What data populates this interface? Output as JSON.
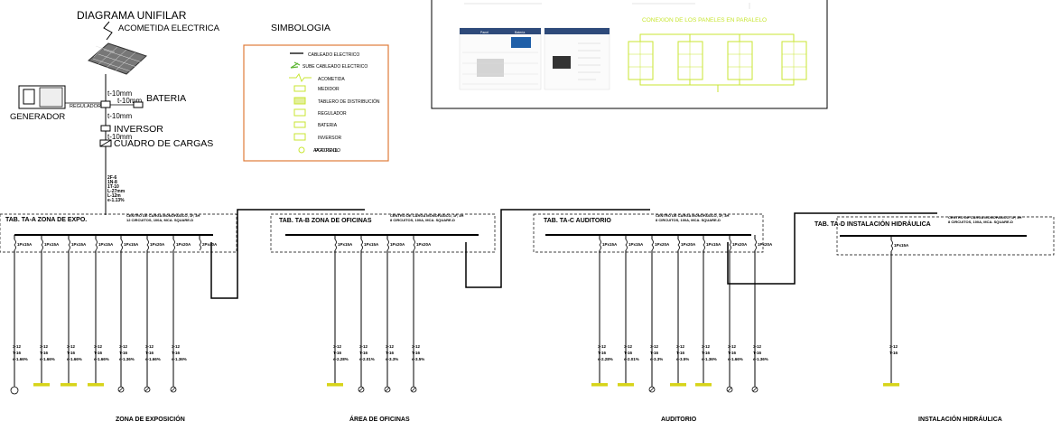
{
  "header": {
    "title": "DIAGRAMA UNIFILAR",
    "acometida": "ACOMETIDA ELECTRICA",
    "simbologia": "SIMBOLOGIA"
  },
  "legend": [
    {
      "icon": "cable-line-icon",
      "label": "CABLEADO ELECTRICO"
    },
    {
      "icon": "cable-up-icon",
      "label": "SUBE CABLEADO ELECTRICO"
    },
    {
      "icon": "acometida-icon",
      "label": "ACOMETIDA"
    },
    {
      "icon": "meter-icon",
      "label": "MEDIDOR"
    },
    {
      "icon": "panel-icon",
      "label": "TABLERO DE DISTRIBUCIÓN"
    },
    {
      "icon": "regulator-icon",
      "label": "REGULADOR"
    },
    {
      "icon": "battery-icon",
      "label": "BATERIA"
    },
    {
      "icon": "inverter-icon",
      "label": "INVERSOR"
    },
    {
      "icon": "switch-icon",
      "label": "APAGADOR SENCILLO"
    }
  ],
  "inset": {
    "title": "CONEXION DE LOS PANELES EN PARALELO",
    "table1": {
      "col1": "Panel",
      "col2": "Batería"
    }
  },
  "components": {
    "generator": "GENERADOR",
    "regulador": "REGULADOR",
    "bateria": "BATERIA",
    "inversor": "INVERSOR",
    "cuadro": "CUADRO DE CARGAS",
    "cable_size": "t-10mm"
  },
  "feeder_spec": [
    "2F-6",
    "1N-8",
    "1T-10",
    "L-27mm",
    "L-12m",
    "e-1.13%"
  ],
  "panels": [
    {
      "label": "TAB. TA-A ZONA DE EXPO.",
      "desc": [
        "CENTRO DE CARGA MONOFASICO, 1F, 3H",
        "12 CIRCUITOS, 100A, MCA. SQUARE-D"
      ],
      "zone": "ZONA DE EXPOSICIÓN",
      "circuits": [
        {
          "breaker": "1Px15A",
          "spec": [
            "3-12",
            "T-16",
            "e-1.66%"
          ],
          "load": "lamp"
        },
        {
          "breaker": "1Px15A",
          "spec": [
            "3-12",
            "T-16",
            "e-1.66%"
          ],
          "load": "bar"
        },
        {
          "breaker": "1Px15A",
          "spec": [
            "3-12",
            "T-16",
            "e-1.66%"
          ],
          "load": "bar"
        },
        {
          "breaker": "1Px15A",
          "spec": [
            "3-12",
            "T-16",
            "e-1.66%"
          ],
          "load": "bar"
        },
        {
          "breaker": "1Px15A",
          "spec": [
            "3-12",
            "T-16",
            "e-1.36%"
          ],
          "load": "outlet"
        },
        {
          "breaker": "1Px20A",
          "spec": [
            "3-12",
            "T-16",
            "e-1.66%"
          ],
          "load": "outlet"
        },
        {
          "breaker": "1Px20A",
          "spec": [
            "3-12",
            "T-16",
            "e-1.36%"
          ],
          "load": "outlet"
        },
        {
          "breaker": "2Px40A",
          "spec": [],
          "load": "none"
        }
      ]
    },
    {
      "label": "TAB. TA-B ZONA DE OFICINAS",
      "desc": [
        "CENTRO DE CARGA MONOFASICO, 1F, 3H",
        "8 CIRCUITOS, 100A, MCA. SQUARE-D"
      ],
      "zone": "ÁREA DE OFICINAS",
      "circuits": [
        {
          "breaker": "1Px15A",
          "spec": [
            "3-12",
            "T-16",
            "e-2.28%"
          ],
          "load": "bar"
        },
        {
          "breaker": "1Px15A",
          "spec": [
            "3-12",
            "T-16",
            "e-2.01%"
          ],
          "load": "outlet"
        },
        {
          "breaker": "1Px20A",
          "spec": [
            "3-12",
            "T-16",
            "e-3.3%"
          ],
          "load": "outlet"
        },
        {
          "breaker": "1Px20A",
          "spec": [
            "3-12",
            "T-16",
            "e-3.5%"
          ],
          "load": "outlet"
        }
      ]
    },
    {
      "label": "TAB. TA-C AUDITORIO",
      "desc": [
        "CENTRO DE CARGA MONOFASICO, 1F, 3H",
        "8 CIRCUITOS, 100A, MCA. SQUARE-D"
      ],
      "zone": "AUDITORIO",
      "circuits": [
        {
          "breaker": "1Px15A",
          "spec": [
            "3-12",
            "T-16",
            "e-2.28%"
          ],
          "load": "bar"
        },
        {
          "breaker": "1Px15A",
          "spec": [
            "3-12",
            "T-16",
            "e-2.01%"
          ],
          "load": "bar"
        },
        {
          "breaker": "1Px20A",
          "spec": [
            "3-12",
            "T-16",
            "e-3.3%"
          ],
          "load": "outlet"
        },
        {
          "breaker": "1Px20A",
          "spec": [
            "3-12",
            "T-16",
            "e-3.5%"
          ],
          "load": "bar"
        },
        {
          "breaker": "1Px15A",
          "spec": [
            "3-12",
            "T-16",
            "e-1.36%"
          ],
          "load": "bar"
        },
        {
          "breaker": "1Px20A",
          "spec": [
            "3-12",
            "T-16",
            "e-1.66%"
          ],
          "load": "outlet"
        },
        {
          "breaker": "1Px20A",
          "spec": [
            "3-12",
            "T-16",
            "e-1.36%"
          ],
          "load": "outlet"
        }
      ]
    },
    {
      "label": "TAB. TA-D INSTALACIÓN HIDRÁULICA",
      "desc": [
        "CENTRO DE CARGA MONOFASICO, 1F, 3H",
        "8 CIRCUITOS, 100A, MCA. SQUARE-D"
      ],
      "zone": "INSTALACIÓN HIDRÁULICA",
      "circuits": [
        {
          "breaker": "1Px15A",
          "spec": [
            "3-12",
            "T-16"
          ],
          "load": "bar"
        }
      ]
    }
  ],
  "colors": {
    "accent": "#c8e632",
    "legend_border": "#e07b39",
    "line": "#000000"
  }
}
